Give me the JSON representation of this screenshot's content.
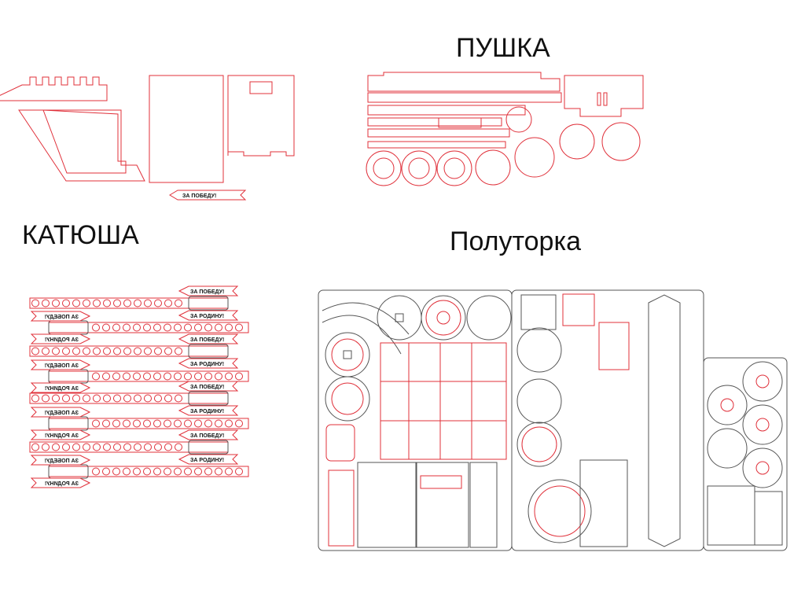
{
  "titles": {
    "pushka": "ПУШКА",
    "katyusha": "КАТЮША",
    "polutorka": "Полуторка"
  },
  "flags": {
    "za_pobedu": "ЗА ПОБЕДУ!",
    "za_rodinu": "ЗА РОДИНУ!"
  },
  "katyusha_rockets": {
    "count": 8,
    "holes_per_strip": 15
  },
  "colors": {
    "cut_red": "#e0303a",
    "cut_gray": "#555555"
  }
}
